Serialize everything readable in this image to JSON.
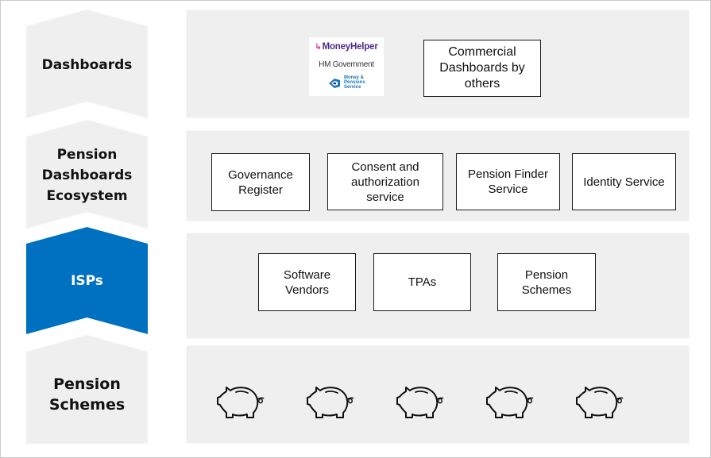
{
  "layers": [
    {
      "id": "dashboards",
      "label_lines": [
        "Dashboards"
      ],
      "highlighted": false,
      "items": [
        {
          "type": "logo",
          "name": "moneyhelper-logo",
          "lines": [
            "MoneyHelper",
            "HM Government",
            "Money & Pensions Service"
          ]
        },
        {
          "type": "box",
          "lines": [
            "Commercial",
            "Dashboards by",
            "others"
          ]
        }
      ]
    },
    {
      "id": "ecosystem",
      "label_lines": [
        "Pension",
        "Dashboards",
        "Ecosystem"
      ],
      "highlighted": false,
      "items": [
        {
          "type": "box",
          "lines": [
            "Governance",
            "Register"
          ]
        },
        {
          "type": "box",
          "lines": [
            "Consent and",
            "authorization",
            "service"
          ]
        },
        {
          "type": "box",
          "lines": [
            "Pension Finder",
            "Service"
          ]
        },
        {
          "type": "box",
          "lines": [
            "Identity Service"
          ]
        }
      ]
    },
    {
      "id": "isps",
      "label_lines": [
        "ISPs"
      ],
      "highlighted": true,
      "items": [
        {
          "type": "box",
          "lines": [
            "Software",
            "Vendors"
          ]
        },
        {
          "type": "box",
          "lines": [
            "TPAs"
          ]
        },
        {
          "type": "box",
          "lines": [
            "Pension",
            "Schemes"
          ]
        }
      ]
    },
    {
      "id": "schemes",
      "label_lines": [
        "Pension",
        "Schemes"
      ],
      "highlighted": false,
      "icons": [
        "piggy-bank-icon",
        "piggy-bank-icon",
        "piggy-bank-icon",
        "piggy-bank-icon",
        "piggy-bank-icon"
      ]
    }
  ],
  "colors": {
    "accent_blue": "#0070c0",
    "chevron_grey": "#efefef",
    "panel_grey": "#efefef",
    "moneyhelper_purple": "#4a2a8a",
    "moneyhelper_pink": "#e0338f",
    "mps_blue": "#1b75bc"
  }
}
